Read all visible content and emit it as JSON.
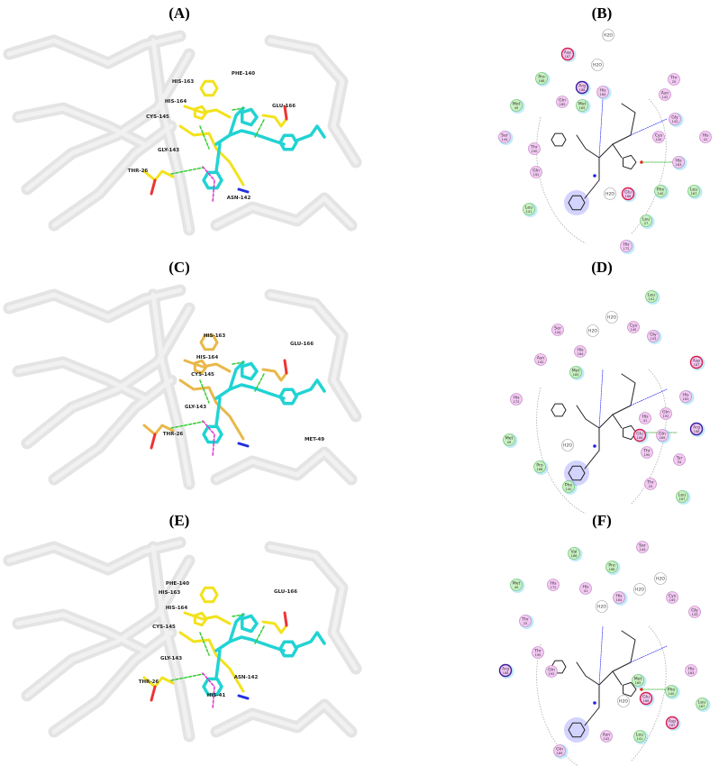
{
  "colors": {
    "ribbon": "#e4e4e4",
    "ligand": "#22d3d3",
    "residue_yellow": "#f2e21c",
    "residue_orange": "#e8b84a",
    "hbond": "#33cc33",
    "pi_interaction": "#dd33cc",
    "hydrophobic": "#c8f0c0",
    "polar": "#f3c9f3",
    "acidic_ring": "#d8204a",
    "basic_ring": "#3a1c9c",
    "water_ring": "#999999"
  },
  "panels": [
    {
      "label": "(A)",
      "kind": "3d",
      "residues": [
        "PHE-140",
        "HIS-163",
        "HIS-164",
        "CYS-145",
        "GLU-166",
        "GLY-143",
        "THR-26",
        "ASN-142"
      ]
    },
    {
      "label": "(B)",
      "kind": "2d",
      "water": "H2O",
      "residues": [
        {
          "name": "Asp",
          "num": "187",
          "type": "acidic"
        },
        {
          "name": "Pro",
          "num": "168",
          "type": "hydrophobic"
        },
        {
          "name": "Arg",
          "num": "188",
          "type": "basic"
        },
        {
          "name": "His",
          "num": "164",
          "type": "polar"
        },
        {
          "name": "Met",
          "num": "49",
          "type": "hydrophobic"
        },
        {
          "name": "Gln",
          "num": "189",
          "type": "polar"
        },
        {
          "name": "Met",
          "num": "165",
          "type": "hydrophobic"
        },
        {
          "name": "Thr",
          "num": "25",
          "type": "polar"
        },
        {
          "name": "Asn",
          "num": "142",
          "type": "polar"
        },
        {
          "name": "Gly",
          "num": "143",
          "type": "polar"
        },
        {
          "name": "Cys",
          "num": "145",
          "type": "polar"
        },
        {
          "name": "His",
          "num": "41",
          "type": "polar"
        },
        {
          "name": "Ser",
          "num": "144",
          "type": "polar"
        },
        {
          "name": "Thr",
          "num": "190",
          "type": "polar"
        },
        {
          "name": "Gln",
          "num": "192",
          "type": "polar"
        },
        {
          "name": "His",
          "num": "163",
          "type": "polar"
        },
        {
          "name": "Phe",
          "num": "140",
          "type": "hydrophobic"
        },
        {
          "name": "Leu",
          "num": "167",
          "type": "hydrophobic"
        },
        {
          "name": "Glu",
          "num": "166",
          "type": "acidic"
        },
        {
          "name": "Leu",
          "num": "141",
          "type": "hydrophobic"
        },
        {
          "name": "Leu",
          "num": "27",
          "type": "hydrophobic"
        },
        {
          "name": "His",
          "num": "172",
          "type": "polar"
        }
      ]
    },
    {
      "label": "(C)",
      "kind": "3d",
      "residues": [
        "HIS-163",
        "HIS-164",
        "CYS-145",
        "GLU-166",
        "GLY-143",
        "THR-26",
        "MET-49"
      ]
    },
    {
      "label": "(D)",
      "kind": "2d",
      "water": "H2O",
      "residues": [
        {
          "name": "Leu",
          "num": "141",
          "type": "hydrophobic"
        },
        {
          "name": "Ser",
          "num": "144",
          "type": "polar"
        },
        {
          "name": "Cys",
          "num": "145",
          "type": "polar"
        },
        {
          "name": "Gly",
          "num": "143",
          "type": "polar"
        },
        {
          "name": "His",
          "num": "164",
          "type": "polar"
        },
        {
          "name": "Asn",
          "num": "142",
          "type": "polar"
        },
        {
          "name": "Asp",
          "num": "187",
          "type": "acidic"
        },
        {
          "name": "Met",
          "num": "165",
          "type": "hydrophobic"
        },
        {
          "name": "His",
          "num": "172",
          "type": "polar"
        },
        {
          "name": "His",
          "num": "163",
          "type": "polar"
        },
        {
          "name": "Gln",
          "num": "192",
          "type": "polar"
        },
        {
          "name": "His",
          "num": "41",
          "type": "polar"
        },
        {
          "name": "Arg",
          "num": "188",
          "type": "basic"
        },
        {
          "name": "Met",
          "num": "49",
          "type": "hydrophobic"
        },
        {
          "name": "Glu",
          "num": "166",
          "type": "acidic"
        },
        {
          "name": "Gln",
          "num": "189",
          "type": "polar"
        },
        {
          "name": "Thr",
          "num": "190",
          "type": "polar"
        },
        {
          "name": "Tyr",
          "num": "54",
          "type": "polar"
        },
        {
          "name": "Pro",
          "num": "168",
          "type": "hydrophobic"
        },
        {
          "name": "Phe",
          "num": "140",
          "type": "hydrophobic"
        },
        {
          "name": "Thr",
          "num": "25",
          "type": "polar"
        },
        {
          "name": "Leu",
          "num": "167",
          "type": "hydrophobic"
        }
      ]
    },
    {
      "label": "(E)",
      "kind": "3d",
      "residues": [
        "PHE-140",
        "HIS-163",
        "HIS-164",
        "CYS-145",
        "GLU-166",
        "GLY-143",
        "THR-26",
        "ASN-142",
        "HIS-41"
      ]
    },
    {
      "label": "(F)",
      "kind": "2d",
      "water": "H2O",
      "residues": [
        {
          "name": "Val",
          "num": "186",
          "type": "hydrophobic"
        },
        {
          "name": "Ser",
          "num": "144",
          "type": "polar"
        },
        {
          "name": "Pro",
          "num": "168",
          "type": "hydrophobic"
        },
        {
          "name": "Met",
          "num": "49",
          "type": "hydrophobic"
        },
        {
          "name": "His",
          "num": "172",
          "type": "polar"
        },
        {
          "name": "His",
          "num": "41",
          "type": "polar"
        },
        {
          "name": "His",
          "num": "164",
          "type": "polar"
        },
        {
          "name": "Cys",
          "num": "145",
          "type": "polar"
        },
        {
          "name": "Gly",
          "num": "143",
          "type": "polar"
        },
        {
          "name": "Thr",
          "num": "25",
          "type": "polar"
        },
        {
          "name": "Thr",
          "num": "190",
          "type": "polar"
        },
        {
          "name": "Gln",
          "num": "192",
          "type": "polar"
        },
        {
          "name": "Arg",
          "num": "188",
          "type": "basic"
        },
        {
          "name": "His",
          "num": "163",
          "type": "polar"
        },
        {
          "name": "Met",
          "num": "165",
          "type": "hydrophobic"
        },
        {
          "name": "Phe",
          "num": "140",
          "type": "hydrophobic"
        },
        {
          "name": "Leu",
          "num": "167",
          "type": "hydrophobic"
        },
        {
          "name": "Glu",
          "num": "166",
          "type": "acidic"
        },
        {
          "name": "Asp",
          "num": "187",
          "type": "acidic"
        },
        {
          "name": "Asn",
          "num": "142",
          "type": "polar"
        },
        {
          "name": "Leu",
          "num": "141",
          "type": "hydrophobic"
        },
        {
          "name": "Gln",
          "num": "189",
          "type": "polar"
        }
      ]
    }
  ]
}
